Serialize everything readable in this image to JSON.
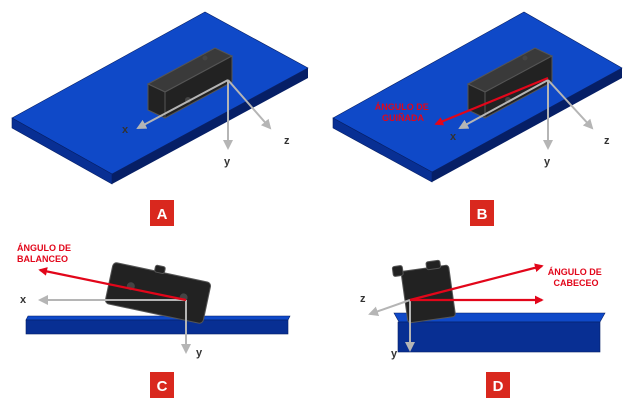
{
  "colors": {
    "block_top": "#0f49c8",
    "block_side": "#082f93",
    "block_edge": "#061f66",
    "device": "#222222",
    "device_edge": "#555555",
    "axis": "#b5b5b5",
    "angle_arrow": "#e2061a",
    "badge": "#d9281e",
    "angle_text": "#e2061a"
  },
  "panels": [
    {
      "badge": "A",
      "axes": {
        "x": "x",
        "y": "y",
        "z": "z"
      }
    },
    {
      "badge": "B",
      "axes": {
        "x": "x",
        "y": "y",
        "z": "z"
      },
      "angle_label": [
        "ÁNGULO DE",
        "GUIÑADA"
      ]
    },
    {
      "badge": "C",
      "axes": {
        "x": "x",
        "y": "y"
      },
      "angle_label": [
        "ÁNGULO DE",
        "BALANCEO"
      ]
    },
    {
      "badge": "D",
      "axes": {
        "y": "y",
        "z": "z"
      },
      "angle_label": [
        "ÁNGULO DE",
        "CABECEO"
      ]
    }
  ]
}
